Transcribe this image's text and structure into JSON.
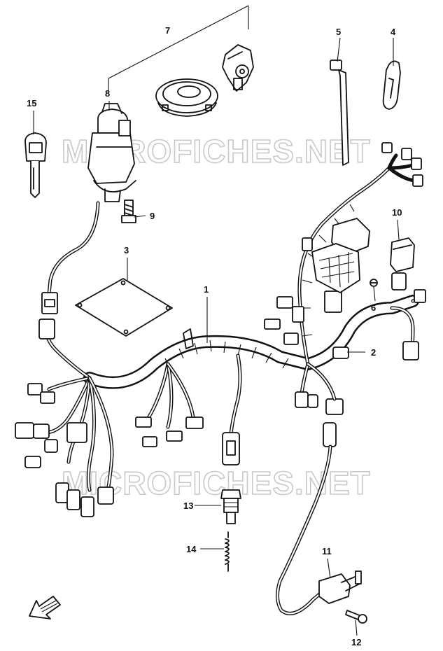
{
  "watermark": {
    "text_top": "MICROFICHES.NET",
    "text_bottom": "MICROFICHES.NET"
  },
  "callouts": [
    {
      "id": "p1",
      "label": "1"
    },
    {
      "id": "p2",
      "label": "2"
    },
    {
      "id": "p3",
      "label": "3"
    },
    {
      "id": "p4",
      "label": "4"
    },
    {
      "id": "p5",
      "label": "5"
    },
    {
      "id": "p6",
      "label": "6"
    },
    {
      "id": "p7",
      "label": "7"
    },
    {
      "id": "p8",
      "label": "8"
    },
    {
      "id": "p9",
      "label": "9"
    },
    {
      "id": "p10",
      "label": "10"
    },
    {
      "id": "p11",
      "label": "11"
    },
    {
      "id": "p12",
      "label": "12"
    },
    {
      "id": "p13",
      "label": "13"
    },
    {
      "id": "p14",
      "label": "14"
    },
    {
      "id": "p15",
      "label": "15"
    }
  ],
  "icons": {
    "front_arrow": "arrow-down-left-icon"
  }
}
